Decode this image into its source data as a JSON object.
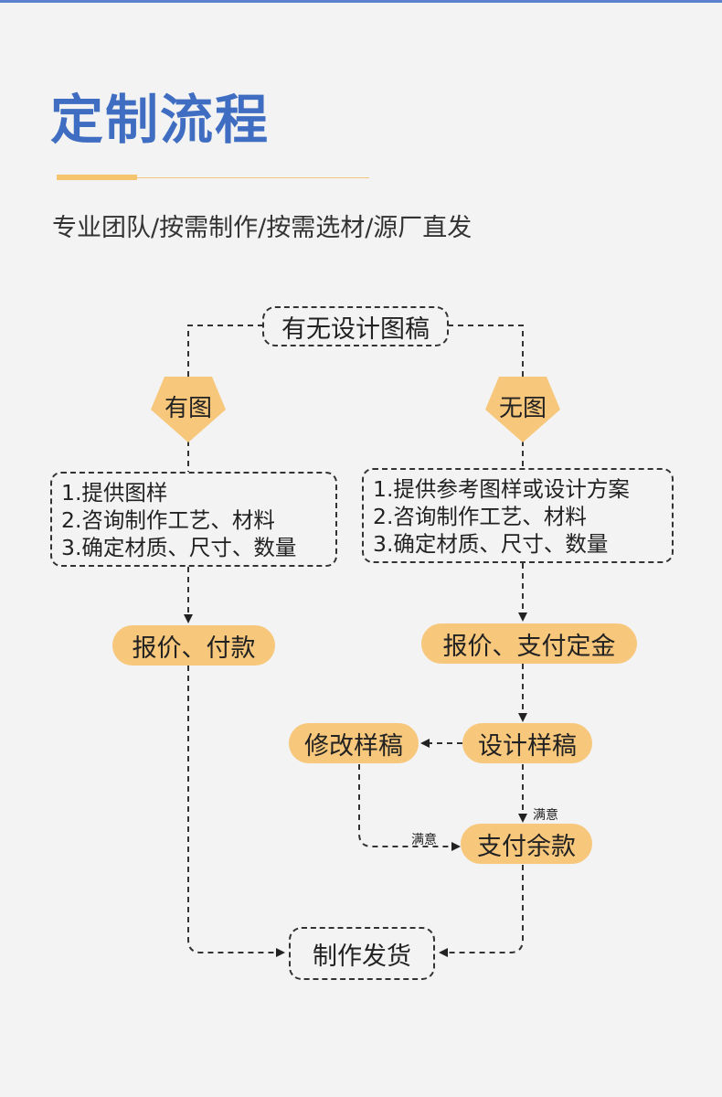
{
  "header": {
    "title": "定制流程",
    "subtitle": "专业团队/按需制作/按需选材/源厂直发"
  },
  "flow": {
    "start": "有无设计图稿",
    "left_branch": "有图",
    "right_branch": "无图",
    "left_steps": [
      "1.提供图样",
      "2.咨询制作工艺、材料",
      "3.确定材质、尺寸、数量"
    ],
    "right_steps": [
      "1.提供参考图样或设计方案",
      "2.咨询制作工艺、材料",
      "3.确定材质、尺寸、数量"
    ],
    "left_quote": "报价、付款",
    "right_quote": "报价、支付定金",
    "design": "设计样稿",
    "revise": "修改样稿",
    "balance": "支付余款",
    "satisfied_label_1": "满意",
    "satisfied_label_2": "满意",
    "end": "制作发货"
  },
  "colors": {
    "title_blue": "#3f6dc2",
    "accent_orange": "#f7c77c",
    "background": "#f3f3f3"
  }
}
